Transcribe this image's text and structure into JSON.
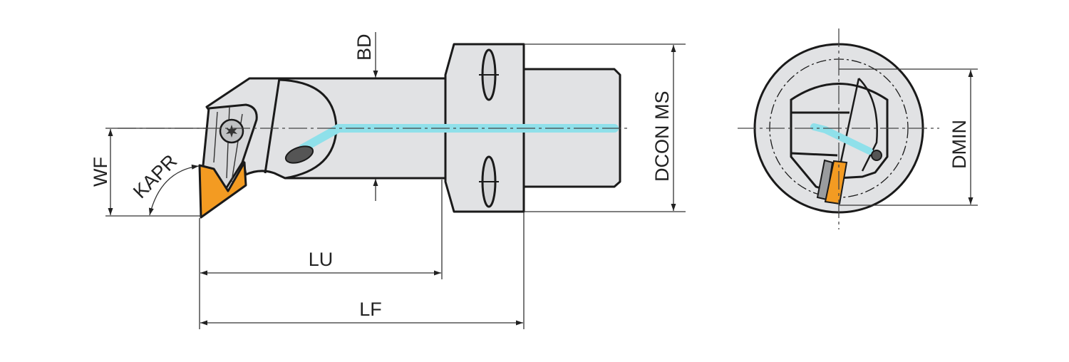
{
  "dimensions": {
    "bd": "BD",
    "dcon_ms": "DCON MS",
    "wf": "WF",
    "kapr": "KAPR",
    "lu": "LU",
    "lf": "LF",
    "dmin": "DMIN"
  },
  "colors": {
    "body": "#e1e2e4",
    "insert": "#f39b22",
    "coolant": "#8fe0ea",
    "outline": "#1a1a1a"
  }
}
